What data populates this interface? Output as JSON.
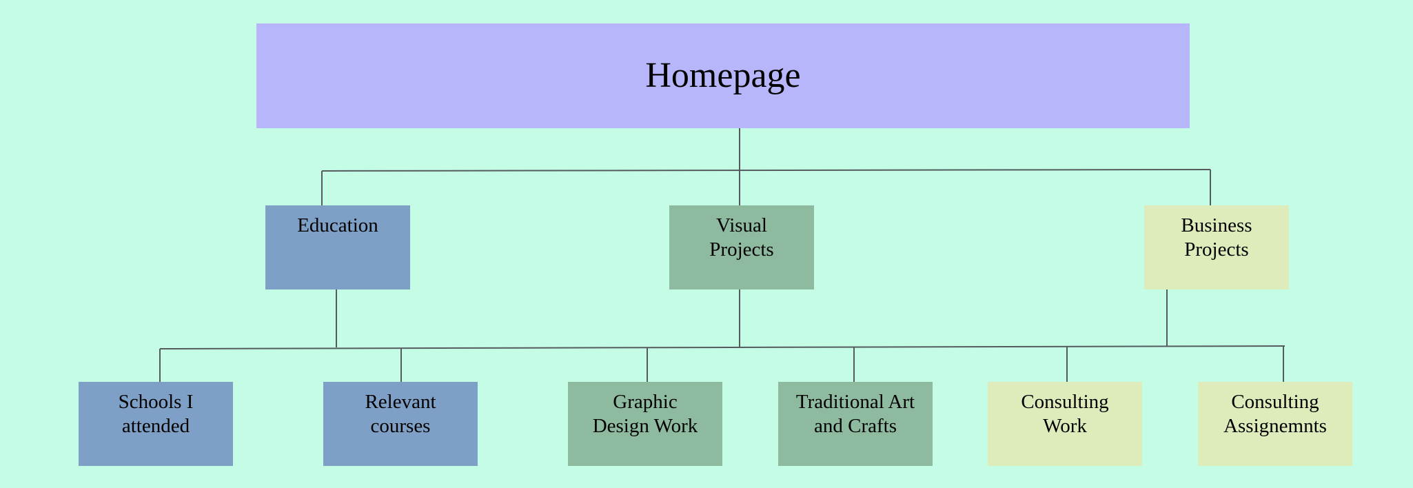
{
  "colors": {
    "background": "#c4fce6",
    "root": "#b8b6fa",
    "education": "#7ea0c6",
    "visual": "#8ebba0",
    "business": "#deecbc",
    "connector": "#555a5e"
  },
  "root": {
    "label": "Homepage"
  },
  "categories": [
    {
      "label": "Education",
      "children": [
        "Schools I\nattended",
        "Relevant\ncourses"
      ]
    },
    {
      "label": "Visual\nProjects",
      "children": [
        "Graphic\nDesign Work",
        "Traditional Art\nand Crafts"
      ]
    },
    {
      "label": "Business\nProjects",
      "children": [
        "Consulting\nWork",
        "Consulting\nAssignemnts"
      ]
    }
  ]
}
